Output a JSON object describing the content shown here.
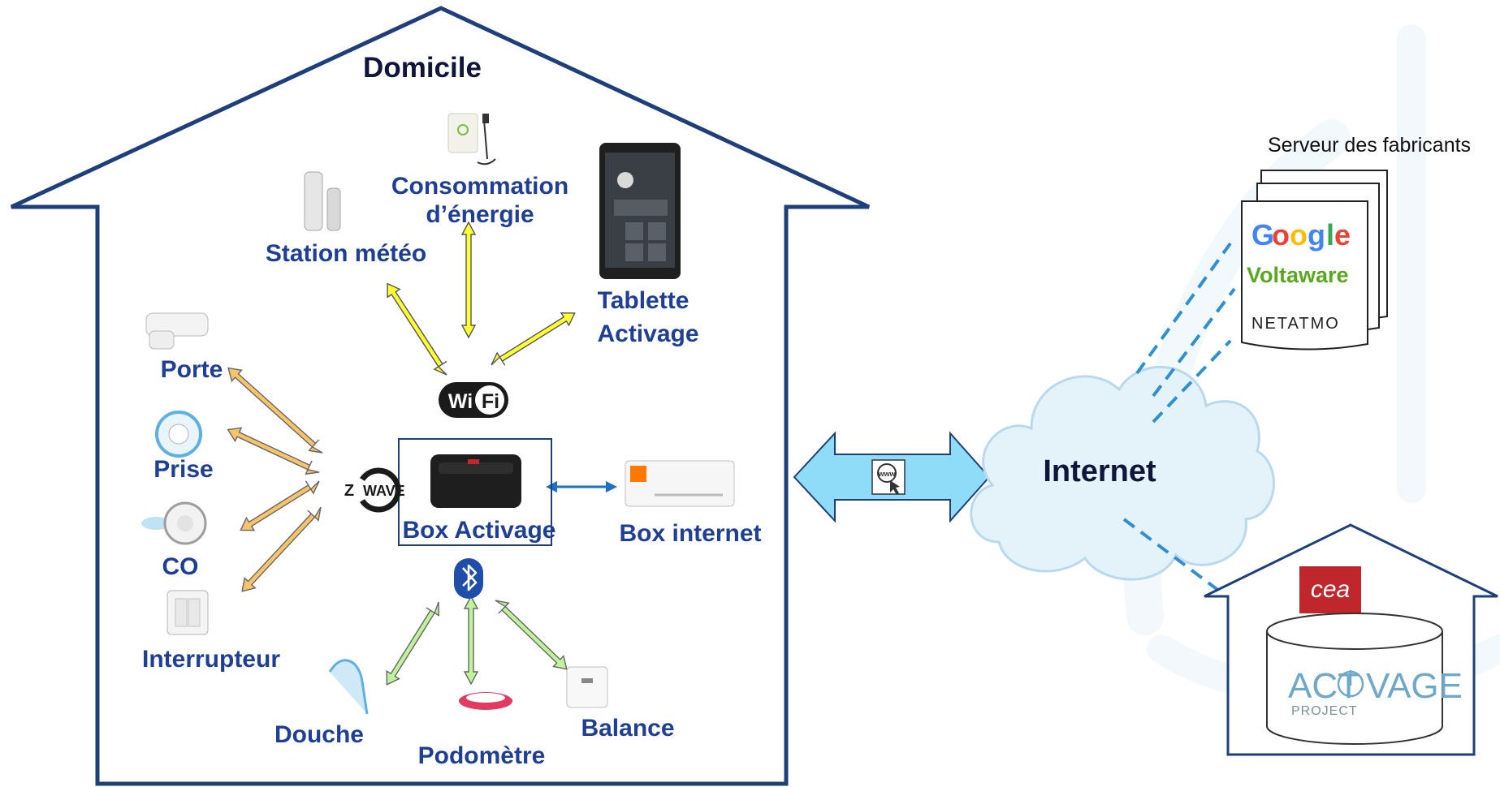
{
  "home": {
    "title": "Domicile",
    "devices": {
      "energy": [
        "Consommation",
        "d’énergie"
      ],
      "weather": "Station météo",
      "tablet": [
        "Tablette",
        "Activage"
      ],
      "door": "Porte",
      "plug": "Prise",
      "co": "CO",
      "switch": "Interrupteur",
      "box_activage": "Box Activage",
      "box_internet": "Box internet",
      "shower": "Douche",
      "pedometer": "Podomètre",
      "scale": "Balance"
    },
    "protocols": {
      "wifi_w": "Wi",
      "wifi_f": "Fi",
      "zwave": "WAVE",
      "zwave_z": "Z",
      "www": "www"
    }
  },
  "internet": {
    "label": "Internet"
  },
  "servers": {
    "title": "Serveur des fabricants",
    "brands": {
      "google": [
        "G",
        "o",
        "o",
        "g",
        "l",
        "e"
      ],
      "voltaware": "Voltaware",
      "netatmo": "NETATMO"
    }
  },
  "partner": {
    "cea": "cea",
    "activage_a": "ACT",
    "activage_b": "VAGE",
    "project": "PROJECT"
  },
  "colors": {
    "house": "#1f3f7a",
    "label": "#1f3f95",
    "wifi_arrow": "#ffff33",
    "zwave_arrow": "#f7c46b",
    "bt_arrow": "#bff29a",
    "cloud": "#e4f2fa",
    "big_arrow": "#8fdcf8",
    "dashed": "#2f8fd0",
    "cea_red": "#c0272d"
  }
}
